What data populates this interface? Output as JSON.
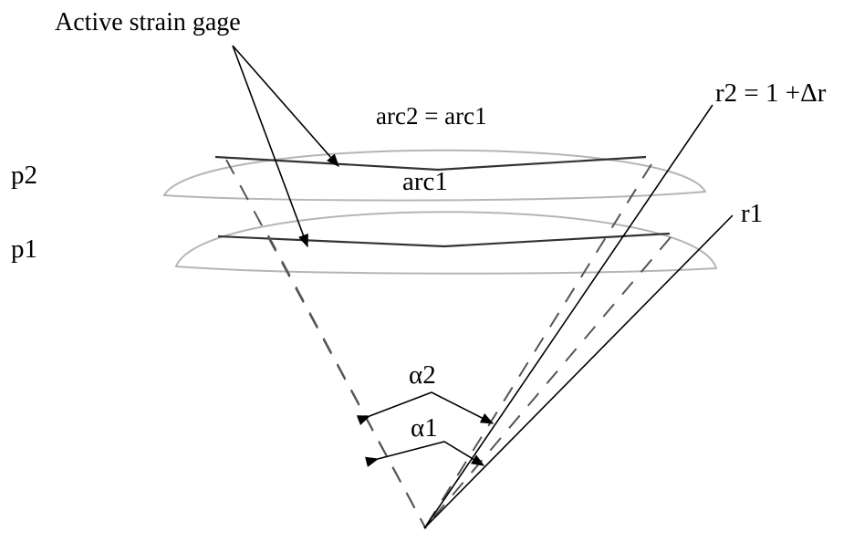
{
  "labels": {
    "active_strain_gage": "Active strain gage",
    "arc2_eq_arc1": "arc2 = arc1",
    "arc1": "arc1",
    "p2": "p2",
    "p1": "p1",
    "r2": "r2 = 1 +Δr",
    "r1": "r1",
    "alpha2": "α2",
    "alpha1": "α1"
  },
  "colors": {
    "ink": "#000000",
    "lens_outline": "#b5b5b5",
    "gage_line": "#333333",
    "dashed": "#555555"
  }
}
